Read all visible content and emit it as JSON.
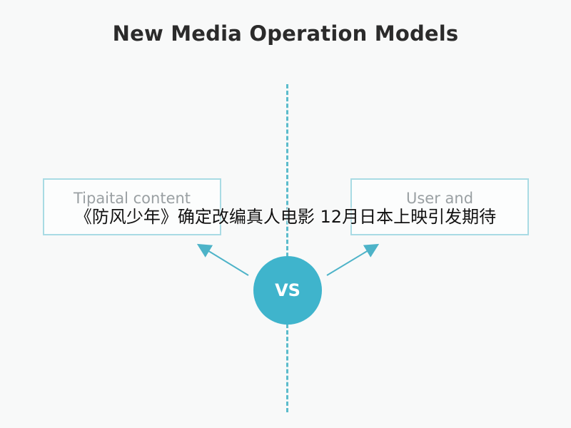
{
  "diagram": {
    "title": "New Media Operation Models",
    "left_box": {
      "text": "Tipaital content"
    },
    "right_box": {
      "text": "User and"
    },
    "center": {
      "label": "VS"
    },
    "colors": {
      "accent": "#3fb4cc",
      "divider": "#5bbccc",
      "box_border": "#a9dbe4",
      "arrow": "#4db3c8",
      "title_text": "#2b2b2b",
      "box_text": "#9aa0a3"
    }
  },
  "overlay": {
    "caption": "《防风少年》确定改编真人电影 12月日本上映引发期待"
  }
}
